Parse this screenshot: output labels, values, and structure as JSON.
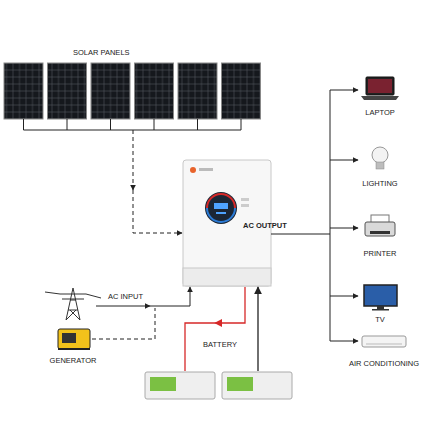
{
  "diagram": {
    "nodes": [
      {
        "text": [
          "SOLAR PANELS"
        ]
      },
      {
        "text": [
          "LAPTOP"
        ]
      },
      {
        "text": [
          "LIGHTING"
        ]
      },
      {
        "text": [
          "PRINTER"
        ]
      },
      {
        "text": [
          "TV"
        ]
      },
      {
        "text": [
          "AIR CONDITIONING"
        ]
      },
      {
        "text": [
          "GENERATOR"
        ]
      },
      {
        "text": [
          "BATTERY"
        ]
      }
    ],
    "labels": [
      "AC OUTPUT",
      "AC INPUT"
    ]
  }
}
